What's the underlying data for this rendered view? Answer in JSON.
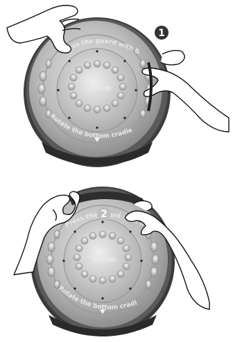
{
  "steps": [
    {
      "number": "1",
      "top_label": "Press the guard with button",
      "center_label": "Steam",
      "bottom_label": "Rotate the bottom cradle"
    },
    {
      "number": "2",
      "top_label": "Press the guard with button",
      "center_label": "Steam",
      "bottom_label": "Rotate the bottom cradle"
    }
  ],
  "colors": {
    "plate_light": "#d2d2d2",
    "plate_mid": "#b4b4b4",
    "plate_dark": "#8c8c8c",
    "rim": "#3a3a3a",
    "badge_dark": "#333333",
    "badge_light": "#bdbdbd"
  }
}
